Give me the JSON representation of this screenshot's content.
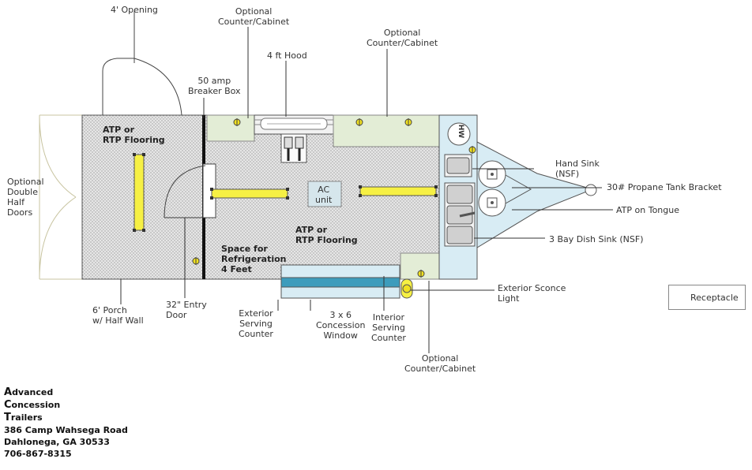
{
  "labels": {
    "opening": "4' Opening",
    "counter_top": "Optional\nCounter/Cabinet",
    "hood": "4 ft Hood",
    "counter_right": "Optional\nCounter/Cabinet",
    "breaker": "50 amp\nBreaker Box",
    "double_doors": "Optional\nDouble\nHalf\nDoors",
    "floor_porch": "ATP or\nRTP Flooring",
    "ac_unit": "AC\nunit",
    "floor_main": "ATP or\nRTP Flooring",
    "refrigeration": "Space for\nRefrigeration\n4 Feet",
    "hw": "HW",
    "hand_sink": "Hand Sink\n(NSF)",
    "propane": "30# Propane Tank Bracket",
    "tongue": "ATP on Tongue",
    "dish_sink": "3 Bay Dish Sink (NSF)",
    "sconce": "Exterior Sconce\nLight",
    "porch": "6' Porch\nw/ Half Wall",
    "entry_door": "32\" Entry\nDoor",
    "ext_counter": "Exterior\nServing\nCounter",
    "window": "3 x 6\nConcession\nWindow",
    "int_counter": "Interior\nServing\nCounter",
    "counter_bottom": "Optional\nCounter/Cabinet"
  },
  "legend": {
    "label": "Receptacle",
    "icon": "receptacle-icon"
  },
  "company": {
    "line1_initial": "A",
    "line1_rest": "dvanced",
    "line2_initial": "C",
    "line2_rest": "oncession",
    "line3_initial": "T",
    "line3_rest": "railers",
    "street": "386 Camp Wahsega Road",
    "city": "Dahlonega, GA 30533",
    "phone": "706-867-8315"
  },
  "colors": {
    "floor": "#e4e4e4",
    "cabinet": "#e3edd6",
    "light_blue": "#d8ecf4",
    "window_blue": "#3d9cbc",
    "receptacle": "#f0e020",
    "light_yellow": "#f6f044"
  }
}
